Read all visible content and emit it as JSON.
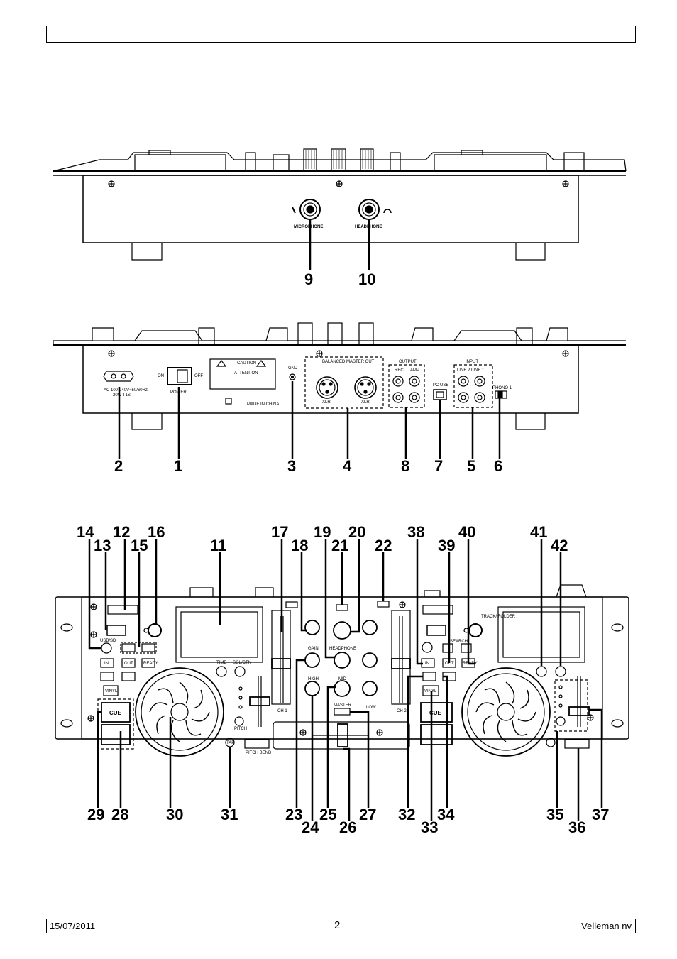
{
  "footer": {
    "date": "15/07/2011",
    "page": "2",
    "company": "Velleman nv"
  },
  "front_panel": {
    "microphone_label": "MICROPHONE",
    "headphone_label": "HEADPHONE",
    "callouts": [
      "9",
      "10"
    ]
  },
  "rear_panel": {
    "ac_label_1": "AC 100-240V~50/60Hz",
    "ac_label_2": "20W T1S",
    "on": "ON",
    "off": "OFF",
    "power": "POWER",
    "gnd": "GND",
    "balanced": "BALANCED MASTER OUT",
    "xlr_l": "XLR",
    "xlr_r": "XLR",
    "output": "OUTPUT",
    "rec": "REC",
    "amp": "AMP",
    "pc_usb": "PC USB",
    "input": "INPUT",
    "line2": "LINE 2",
    "line1": "LINE 1",
    "phono1": "PHONO 1",
    "made_in": "MADE IN CHINA",
    "caution": "CAUTION",
    "attention": "ATTENTION",
    "callouts": [
      "2",
      "1",
      "3",
      "4",
      "8",
      "7",
      "5",
      "6"
    ]
  },
  "top_panel": {
    "cue": "CUE",
    "cue_right": "CUE",
    "vinyl": "VINYL",
    "vinyl_right": "VINYL",
    "in": "IN",
    "out": "OUT",
    "ready": "READY",
    "in_r": "IN",
    "out_r": "OUT",
    "ready_r": "READY",
    "time": "TIME",
    "sgl_ctn": "SGL/CTN",
    "pitch": "PITCH",
    "tap": "TAP",
    "pitch_bend": "PITCH BEND",
    "search": "SEARCH",
    "usb_sd": "USB/SD",
    "track_folder": "TRACK/ FOLDER",
    "gain": "GAIN",
    "high": "HIGH",
    "mid": "MID",
    "low": "LOW",
    "headphone": "HEADPHONE",
    "master": "MASTER",
    "ch1": "CH 1",
    "ch2": "CH 2",
    "callouts_top": [
      "14",
      "12",
      "16",
      "13",
      "15",
      "11",
      "17",
      "19",
      "20",
      "18",
      "21",
      "22",
      "38",
      "40",
      "39",
      "41",
      "42"
    ],
    "callouts_bottom": [
      "29",
      "28",
      "30",
      "31",
      "23",
      "25",
      "27",
      "24",
      "26",
      "32",
      "34",
      "33",
      "35",
      "37",
      "36"
    ]
  }
}
